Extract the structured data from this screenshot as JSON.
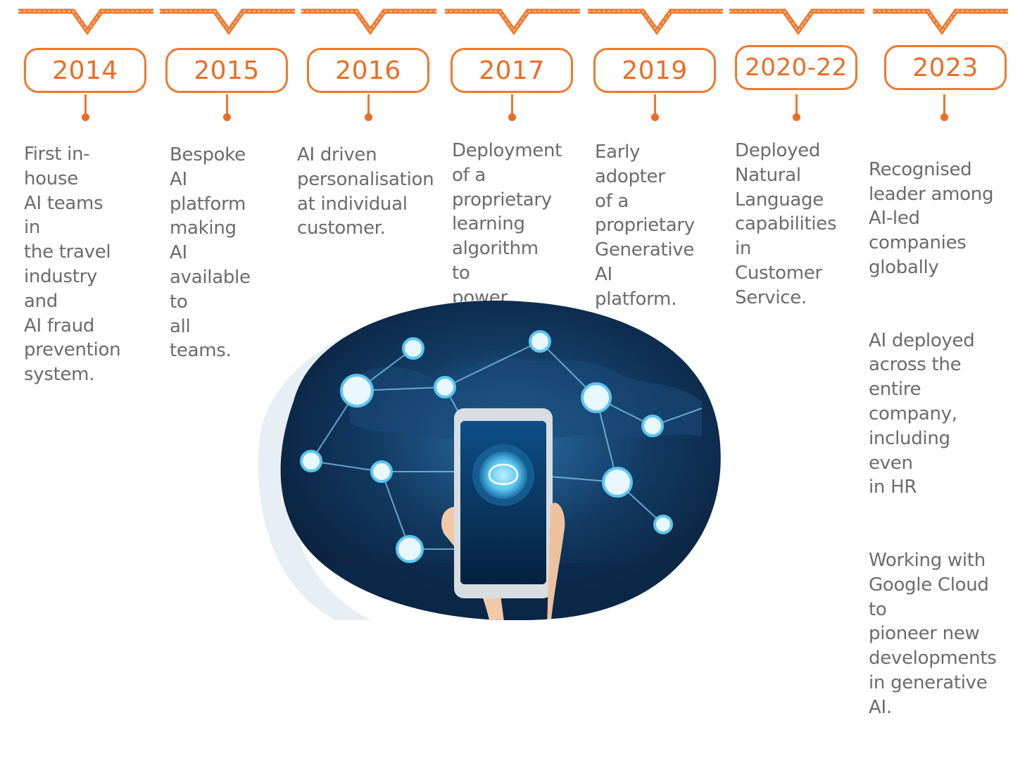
{
  "timeline": [
    {
      "year": "2014",
      "text": "First in-house\nAI teams in\nthe travel\nindustry and\nAI fraud\nprevention\nsystem."
    },
    {
      "year": "2015",
      "text": "Bespoke AI\nplatform\nmaking AI\navailable to\nall teams."
    },
    {
      "year": "2016",
      "text": "AI driven\npersonalisation\nat individual\ncustomer."
    },
    {
      "year": "2017",
      "text": "Deployment\nof a\nproprietary\nlearning\nalgorithm to\npower pricing."
    },
    {
      "year": "2019",
      "text": "Early adopter\nof a\nproprietary\nGenerative AI\nplatform."
    },
    {
      "year": "2020-22",
      "text": "Deployed\nNatural\nLanguage\ncapabilities in\nCustomer\nService."
    },
    {
      "year": "2023",
      "paragraphs": [
        "Recognised\nleader among\nAI-led\ncompanies\nglobally",
        "AI deployed\nacross the\nentire\ncompany,\nincluding even\nin HR",
        "Working with\nGoogle Cloud to\npioneer new\ndevelopments\nin generative AI."
      ]
    }
  ],
  "colors": {
    "accent": "#f0782d",
    "text": "#6b6b6b"
  },
  "image": {
    "subject": "hand holding smartphone with AI brain icon over connected network map"
  }
}
